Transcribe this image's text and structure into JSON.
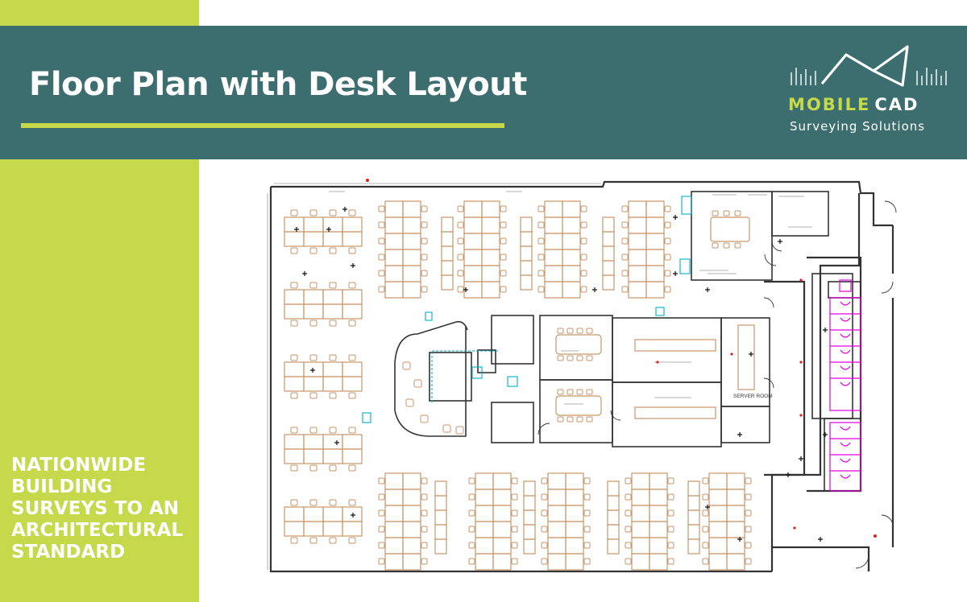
{
  "header": {
    "title": "Floor Plan with Desk Layout"
  },
  "logo": {
    "brand_part1": "MOBILE",
    "brand_part2": "CAD",
    "tagline": "Surveying Solutions"
  },
  "sidebar": {
    "slogan": "NATIONWIDE BUILDING SURVEYS TO AN ARCHITECTURAL STANDARD"
  },
  "floorplan": {
    "server_room_label": "SERVER ROOM",
    "colors": {
      "walls": "#333333",
      "desks": "#c8966a",
      "toilets": "#e000e0",
      "fixtures": "#00b0c8",
      "accent_green": "#c5d94a",
      "header_teal": "#3c6e70"
    }
  }
}
